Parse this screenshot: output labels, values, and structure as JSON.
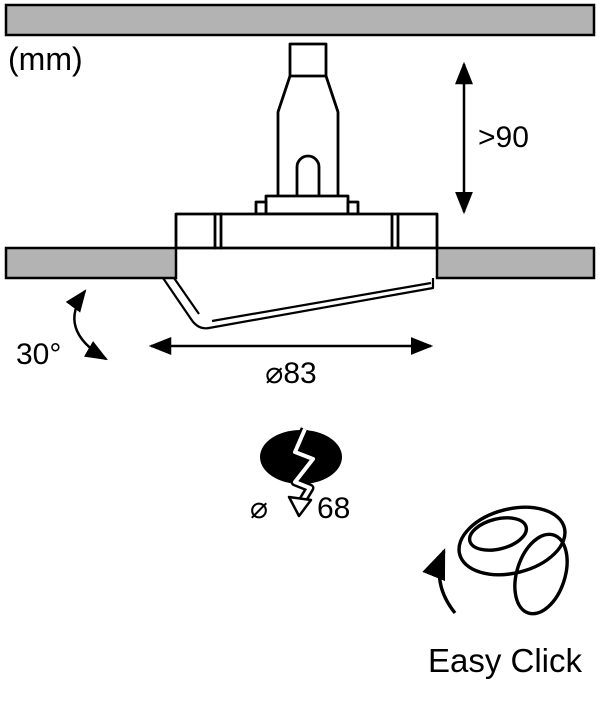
{
  "labels": {
    "unit": "(mm)",
    "depth": ">90",
    "tilt": "30°",
    "outer_diameter": "⌀83",
    "cutout_symbol": "⌀",
    "cutout_value": "68",
    "feature": "Easy Click"
  },
  "colors": {
    "ceiling": "#b3b3b3",
    "line": "#000000",
    "hole": "#000000",
    "background": "#ffffff"
  }
}
